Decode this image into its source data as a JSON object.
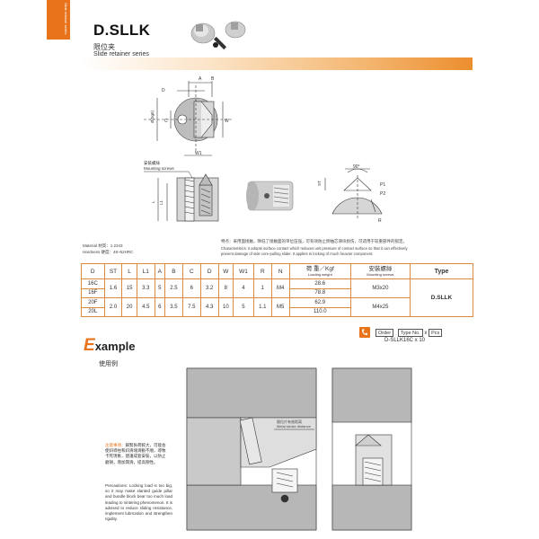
{
  "tab": {
    "text": "Slide retainer series"
  },
  "header": {
    "title": "D.SLLK",
    "subtitle_cn": "限位夹",
    "subtitle_en": "Slide retainer series"
  },
  "diagram_labels": {
    "A": "A",
    "B": "B",
    "D": "D",
    "C": "C",
    "W": "W",
    "W1": "W1",
    "diam": "Ø(5g6)",
    "mounting_cn": "安裝螺絲",
    "mounting_en": "Mounting screws",
    "ST": "ST",
    "L1": "L1",
    "L": "L",
    "angle": "90°",
    "P1": "P1",
    "P2": "P2",
    "R": "R"
  },
  "material": {
    "material": "Material 材質：1.2343",
    "hardness": "Hardness 硬度：48~52HRC"
  },
  "features": {
    "cn": "特点：采用面接触，降低了接触面的单位压强，可有效防止侧抽芯滑块损伤，可适用于较重部件的锁定。",
    "en1": "Characteristics: it adopts surface contact which reduces unit pressure of contact surface so that it can effectively",
    "en2": "prevent damage of side core-pulling slider. It applies to locking of much heavier component."
  },
  "table": {
    "headers": [
      "D",
      "ST",
      "L",
      "L1",
      "A",
      "B",
      "C",
      "D",
      "W",
      "W1",
      "R",
      "N"
    ],
    "load_cn": "荷 重／Kgf",
    "load_en": "Loading weight",
    "screw_cn": "安裝螺絲",
    "screw_en": "Mounting screws",
    "type_header": "Type",
    "rows": [
      {
        "d": "16C",
        "load": "28.6"
      },
      {
        "d": "16F",
        "load": "78.8"
      },
      {
        "d": "20F",
        "load": "62.9"
      },
      {
        "d": "20L",
        "load": "110.0"
      }
    ],
    "group1": {
      "st": "1.6",
      "l": "15",
      "l1": "3.3",
      "a": "5",
      "b": "2.5",
      "c": "6",
      "d": "3.2",
      "w": "8",
      "w1": "4",
      "r": "1",
      "n": "M4",
      "screw": "M3x20"
    },
    "group2": {
      "st": "2.0",
      "l": "20",
      "l1": "4.5",
      "a": "6",
      "b": "3.5",
      "c": "7.5",
      "d": "4.3",
      "w": "10",
      "w1": "5",
      "r": "1.1",
      "n": "M5",
      "screw": "M4x25"
    },
    "type_value": "D.SLLK"
  },
  "order": {
    "order_label": "Order",
    "type_no_label": "Type No.",
    "x": "x",
    "pcs_label": "Pcs",
    "example": "D-SLLK16C  x  10"
  },
  "example": {
    "title_rest": "xample",
    "title_e": "E",
    "cn": "使用例",
    "metal_label_cn": "限位片有效距离",
    "metal_label_en": "Metal stroke distance",
    "caution_label": "注意事項：",
    "caution_cn": "鎖緊負荷較大，可能会使斜導柱和斜滑塊滑動不順，導致卡死現象，建議成套安裝，以防止磨損，增加潤滑，提高剛性。",
    "precautions": "Precautions: Locking load is too big, so it may make slanted guide pillar and bundle block bear too much load leading to sintering phenomenon. It is advised to reduce sliding resistance, implement lubrication and strengthen rigidity."
  },
  "colors": {
    "accent": "#e8731b",
    "table_border": "#d98a3c"
  }
}
